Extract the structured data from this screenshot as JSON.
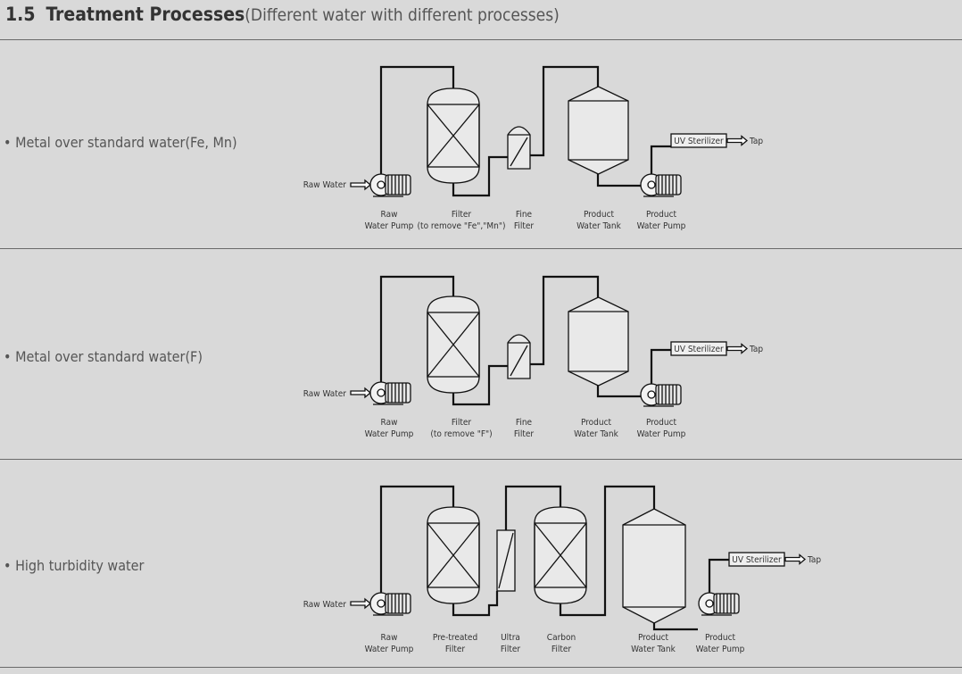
{
  "section": {
    "number": "1.5",
    "title": "Treatment Processes",
    "subtitle": "(Different water with different processes)"
  },
  "rows": [
    {
      "label": "• Metal over standard  water(Fe, Mn)",
      "raw_water": "Raw Water",
      "uv": "UV Sterilizer",
      "tap": "Tap",
      "captions": [
        {
          "line1": "Raw",
          "line2": "Water Pump"
        },
        {
          "line1": "Filter",
          "line2": "(to remove \"Fe\",\"Mn\")"
        },
        {
          "line1": "Fine",
          "line2": "Filter"
        },
        {
          "line1": "Product",
          "line2": "Water Tank"
        },
        {
          "line1": "Product",
          "line2": "Water Pump"
        }
      ]
    },
    {
      "label": "• Metal over standard water(F)",
      "raw_water": "Raw Water",
      "uv": "UV Sterilizer",
      "tap": "Tap",
      "captions": [
        {
          "line1": "Raw",
          "line2": "Water Pump"
        },
        {
          "line1": "Filter",
          "line2": "(to remove \"F\")"
        },
        {
          "line1": "Fine",
          "line2": "Filter"
        },
        {
          "line1": "Product",
          "line2": "Water Tank"
        },
        {
          "line1": "Product",
          "line2": "Water Pump"
        }
      ]
    },
    {
      "label": "• High turbidity water",
      "raw_water": "Raw Water",
      "uv": "UV Sterilizer",
      "tap": "Tap",
      "captions": [
        {
          "line1": "Raw",
          "line2": "Water Pump"
        },
        {
          "line1": "Pre-treated",
          "line2": "Filter"
        },
        {
          "line1": "Ultra",
          "line2": "Filter"
        },
        {
          "line1": "Carbon",
          "line2": "Filter"
        },
        {
          "line1": "Product",
          "line2": "Water Tank"
        },
        {
          "line1": "Product",
          "line2": "Water Pump"
        }
      ]
    }
  ]
}
